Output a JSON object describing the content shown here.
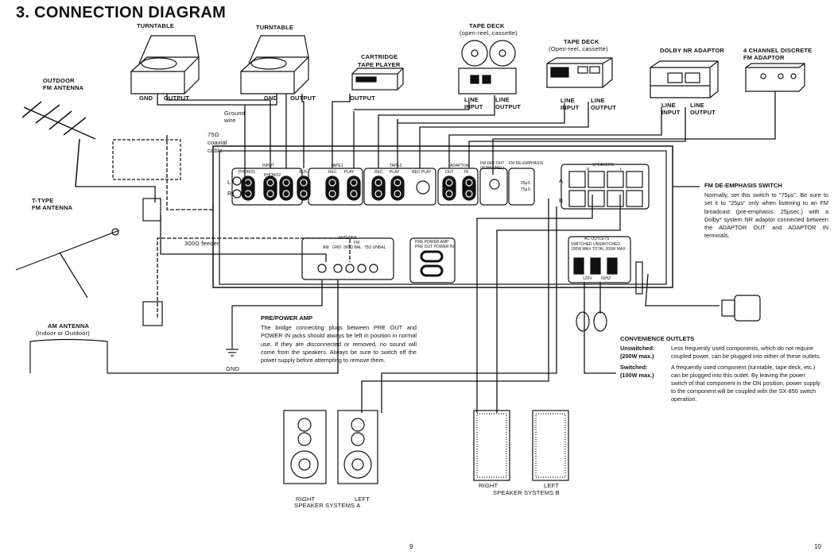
{
  "title": "3. CONNECTION DIAGRAM",
  "devices": {
    "turntable_1": {
      "label": "TURNTABLE",
      "gnd": "GND",
      "output": "OUTPUT"
    },
    "turntable_2": {
      "label": "TURNTABLE",
      "gnd": "GND",
      "output": "OUTPUT"
    },
    "cartridge": {
      "label_1": "CARTRIDGE",
      "label_2": "TAPE PLAYER",
      "output": "OUTPUT"
    },
    "tape_deck_1": {
      "label": "TAPE DECK",
      "sub": "(open-reel, cassette)",
      "line_input_1": "LINE",
      "line_input_2": "INPUT",
      "line_output_1": "LINE",
      "line_output_2": "OUTPUT"
    },
    "tape_deck_2": {
      "label": "TAPE DECK",
      "sub": "(Open-reel, cassette)",
      "line_input_1": "LINE",
      "line_input_2": "INPUT",
      "line_output_1": "LINE",
      "line_output_2": "OUTPUT"
    },
    "dolby": {
      "label": "DOLBY NR ADAPTOR",
      "line_input_1": "LINE",
      "line_input_2": "INPUT",
      "line_output_1": "LINE",
      "line_output_2": "OUTPUT"
    },
    "fm4ch": {
      "label_1": "4 CHANNEL DISCRETE",
      "label_2": "FM ADAPTOR"
    },
    "outdoor_antenna": {
      "label_1": "OUTDOOR",
      "label_2": "FM ANTENNA"
    },
    "coax": {
      "label_1": "75Ω",
      "label_2": "coaxial",
      "label_3": "cable"
    },
    "ground_wire": {
      "label_1": "Ground",
      "label_2": "wire"
    },
    "t_antenna": {
      "label_1": "T-TYPE",
      "label_2": "FM ANTENNA"
    },
    "feeder": "300Ω feeder",
    "am_antenna": {
      "label_1": "AM ANTENNA",
      "label_2": "(Indoor or Outdoor)"
    },
    "gnd": "GND"
  },
  "panel": {
    "input": "INPUT",
    "phono1": "PHONO1",
    "phono2": "PHONO2",
    "aux": "AUX",
    "tape1": "TAPE1",
    "tape2": "TAPE2",
    "rec": "REC",
    "play": "PLAY",
    "rec_play": "REC PLAY",
    "adaptor": "ADAPTOR",
    "out": "OUT",
    "in": "IN",
    "fm_det_out": "FM DET OUT",
    "ch4": "(4CHANNEL)",
    "fm_deemph": "FM DE-EMPHASIS",
    "us25": "25μS",
    "us75": "75μS",
    "speakers": "SPEAKERS",
    "spk_r": "R",
    "spk_l": "L",
    "a": "A",
    "b": "B",
    "L": "L",
    "R": "R",
    "antenna": "ANTENNA",
    "fm": "FM",
    "am": "AM",
    "gnd": "GND",
    "bal300": "300Ω BAL",
    "unbal75": "75Ω UNBAL",
    "prepower": "PRE POWER AMP",
    "preout": "PRE OUT POWER IN",
    "ac_outlets": "AC OUTLETS",
    "switched": "SWITCHED UNSWITCHED",
    "watts": "100W MAX TOTAL 200W MAX",
    "v120": "120V",
    "hz60": "60HZ"
  },
  "speakers": {
    "a_right": "RIGHT",
    "a_left": "LEFT",
    "a_label": "SPEAKER SYSTEMS A",
    "b_right": "RIGHT",
    "b_left": "LEFT",
    "b_label": "SPEAKER SYSTEMS B"
  },
  "notes": {
    "pre_power": {
      "heading": "PRE/POWER AMP",
      "body": "The bridge connecting plugs between PRE OUT and POWER IN jacks should always be left in position in normal use. If they are disconnected or removed, no sound will come from the speakers. Always be sure to switch off the power supply before attempting to remove them."
    },
    "fm_deemphasis": {
      "heading": "FM DE-EMPHASIS SWITCH",
      "body": "Normally, set this switch to \"75μs\". Be sure to set it to \"25μs\" only when listening to an FM broadcast (pre-emphasis; 25μsec.) with a Dolby* system NR adaptor connected between the ADAPTOR OUT and ADAPTOR IN terminals."
    },
    "outlets": {
      "heading": "CONVENIENCE OUTLETS",
      "unswitched_key": "Unswitched:",
      "unswitched_max": "(200W max.)",
      "unswitched_body": "Less frequently used components, which do not require coupled power, can be plugged into either of these outlets.",
      "switched_key": "Switched:",
      "switched_max": "(100W max.)",
      "switched_body": "A frequently used component (turntable, tape deck, etc.) can be plugged into this outlet. By leaving the power switch of that component in the ON position, power supply to the component will be coupled with the SX-850 switch operation."
    }
  },
  "page_numbers": {
    "left": "9",
    "right": "10"
  }
}
